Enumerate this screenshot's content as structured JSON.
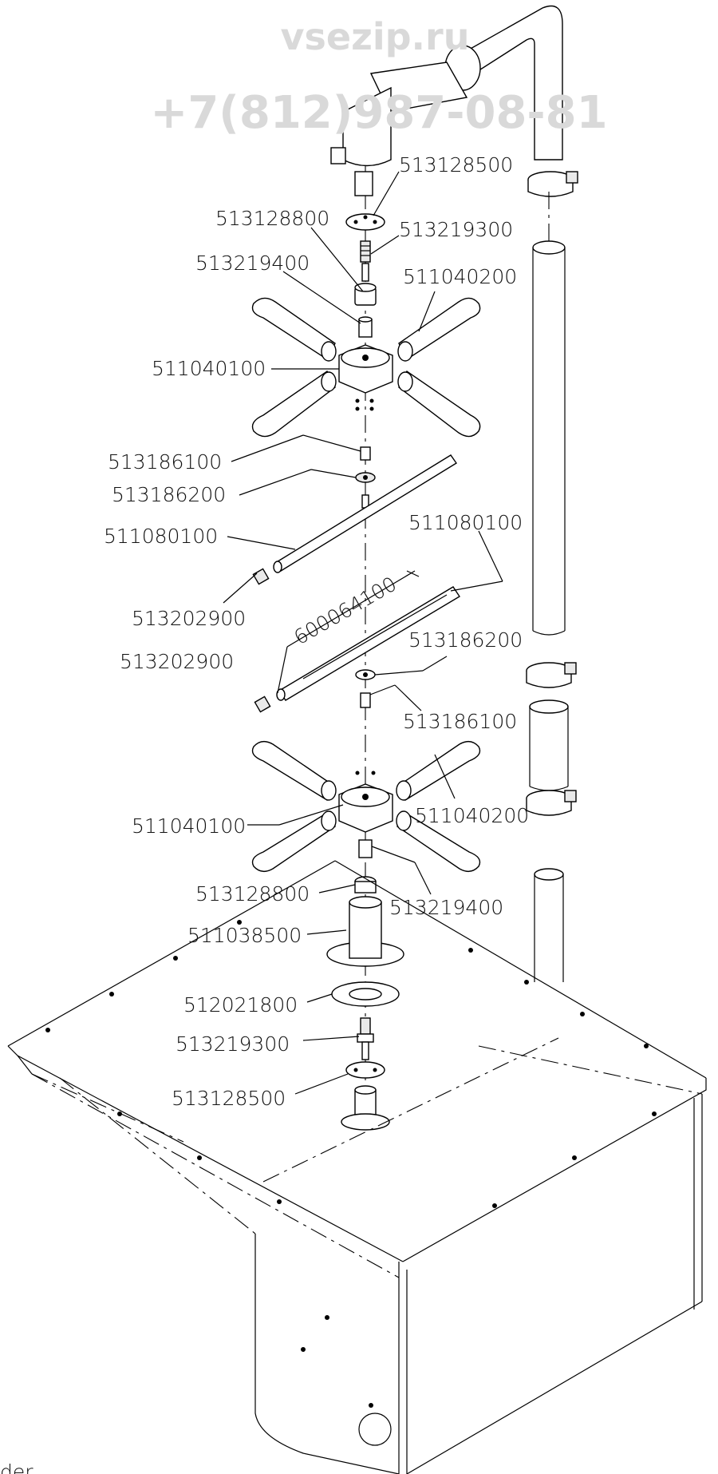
{
  "watermark": {
    "site": "vsezip.ru",
    "phone": "+7(812)987-08-81"
  },
  "callouts": {
    "c01": "513128500",
    "c02": "513128800",
    "c03": "513219300",
    "c04": "513219400",
    "c05": "511040200",
    "c06": "511040100",
    "c07": "513186100",
    "c08": "513186200",
    "c09": "511080100",
    "c10": "511080100",
    "c11": "513202900",
    "c12": "600064100",
    "c13": "513186200",
    "c14": "513202900",
    "c15": "513186100",
    "c16": "511040100",
    "c17": "511040200",
    "c18": "513128800",
    "c19": "513219400",
    "c20": "511038500",
    "c21": "512021800",
    "c22": "513219300",
    "c23": "513128500"
  },
  "footer_fragment": "der"
}
